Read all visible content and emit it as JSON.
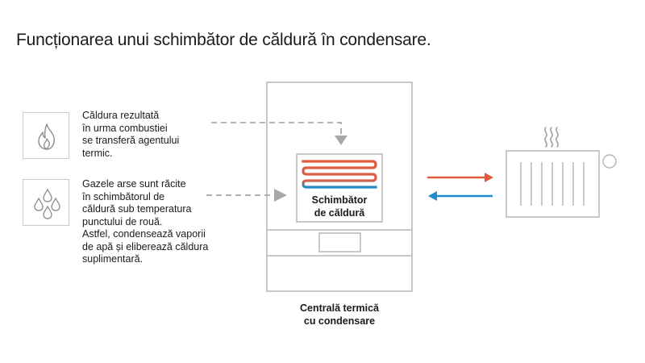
{
  "title": "Funcționarea unui schimbător de căldură în condensare.",
  "steps": [
    {
      "icon": "flame-icon",
      "lines": [
        "Căldura rezultată",
        "în urma combustiei",
        "se transferă agentului",
        "termic."
      ]
    },
    {
      "icon": "water-drops-icon",
      "lines": [
        "Gazele arse sunt răcite",
        "în schimbătorul de",
        "căldură sub temperatura",
        "punctului de rouă.",
        "Astfel, condensează vaporii",
        "de apă și eliberează căldura",
        "suplimentară."
      ]
    }
  ],
  "heat_exchanger": {
    "lines": [
      "Schimbător",
      "de căldură"
    ]
  },
  "boiler": {
    "lines": [
      "Centrală termică",
      "cu condensare"
    ]
  },
  "colors": {
    "hot": "#e05a3e",
    "cold": "#1f8ccc",
    "outline": "#b5b5b5",
    "dashed": "#a8a8a8"
  }
}
